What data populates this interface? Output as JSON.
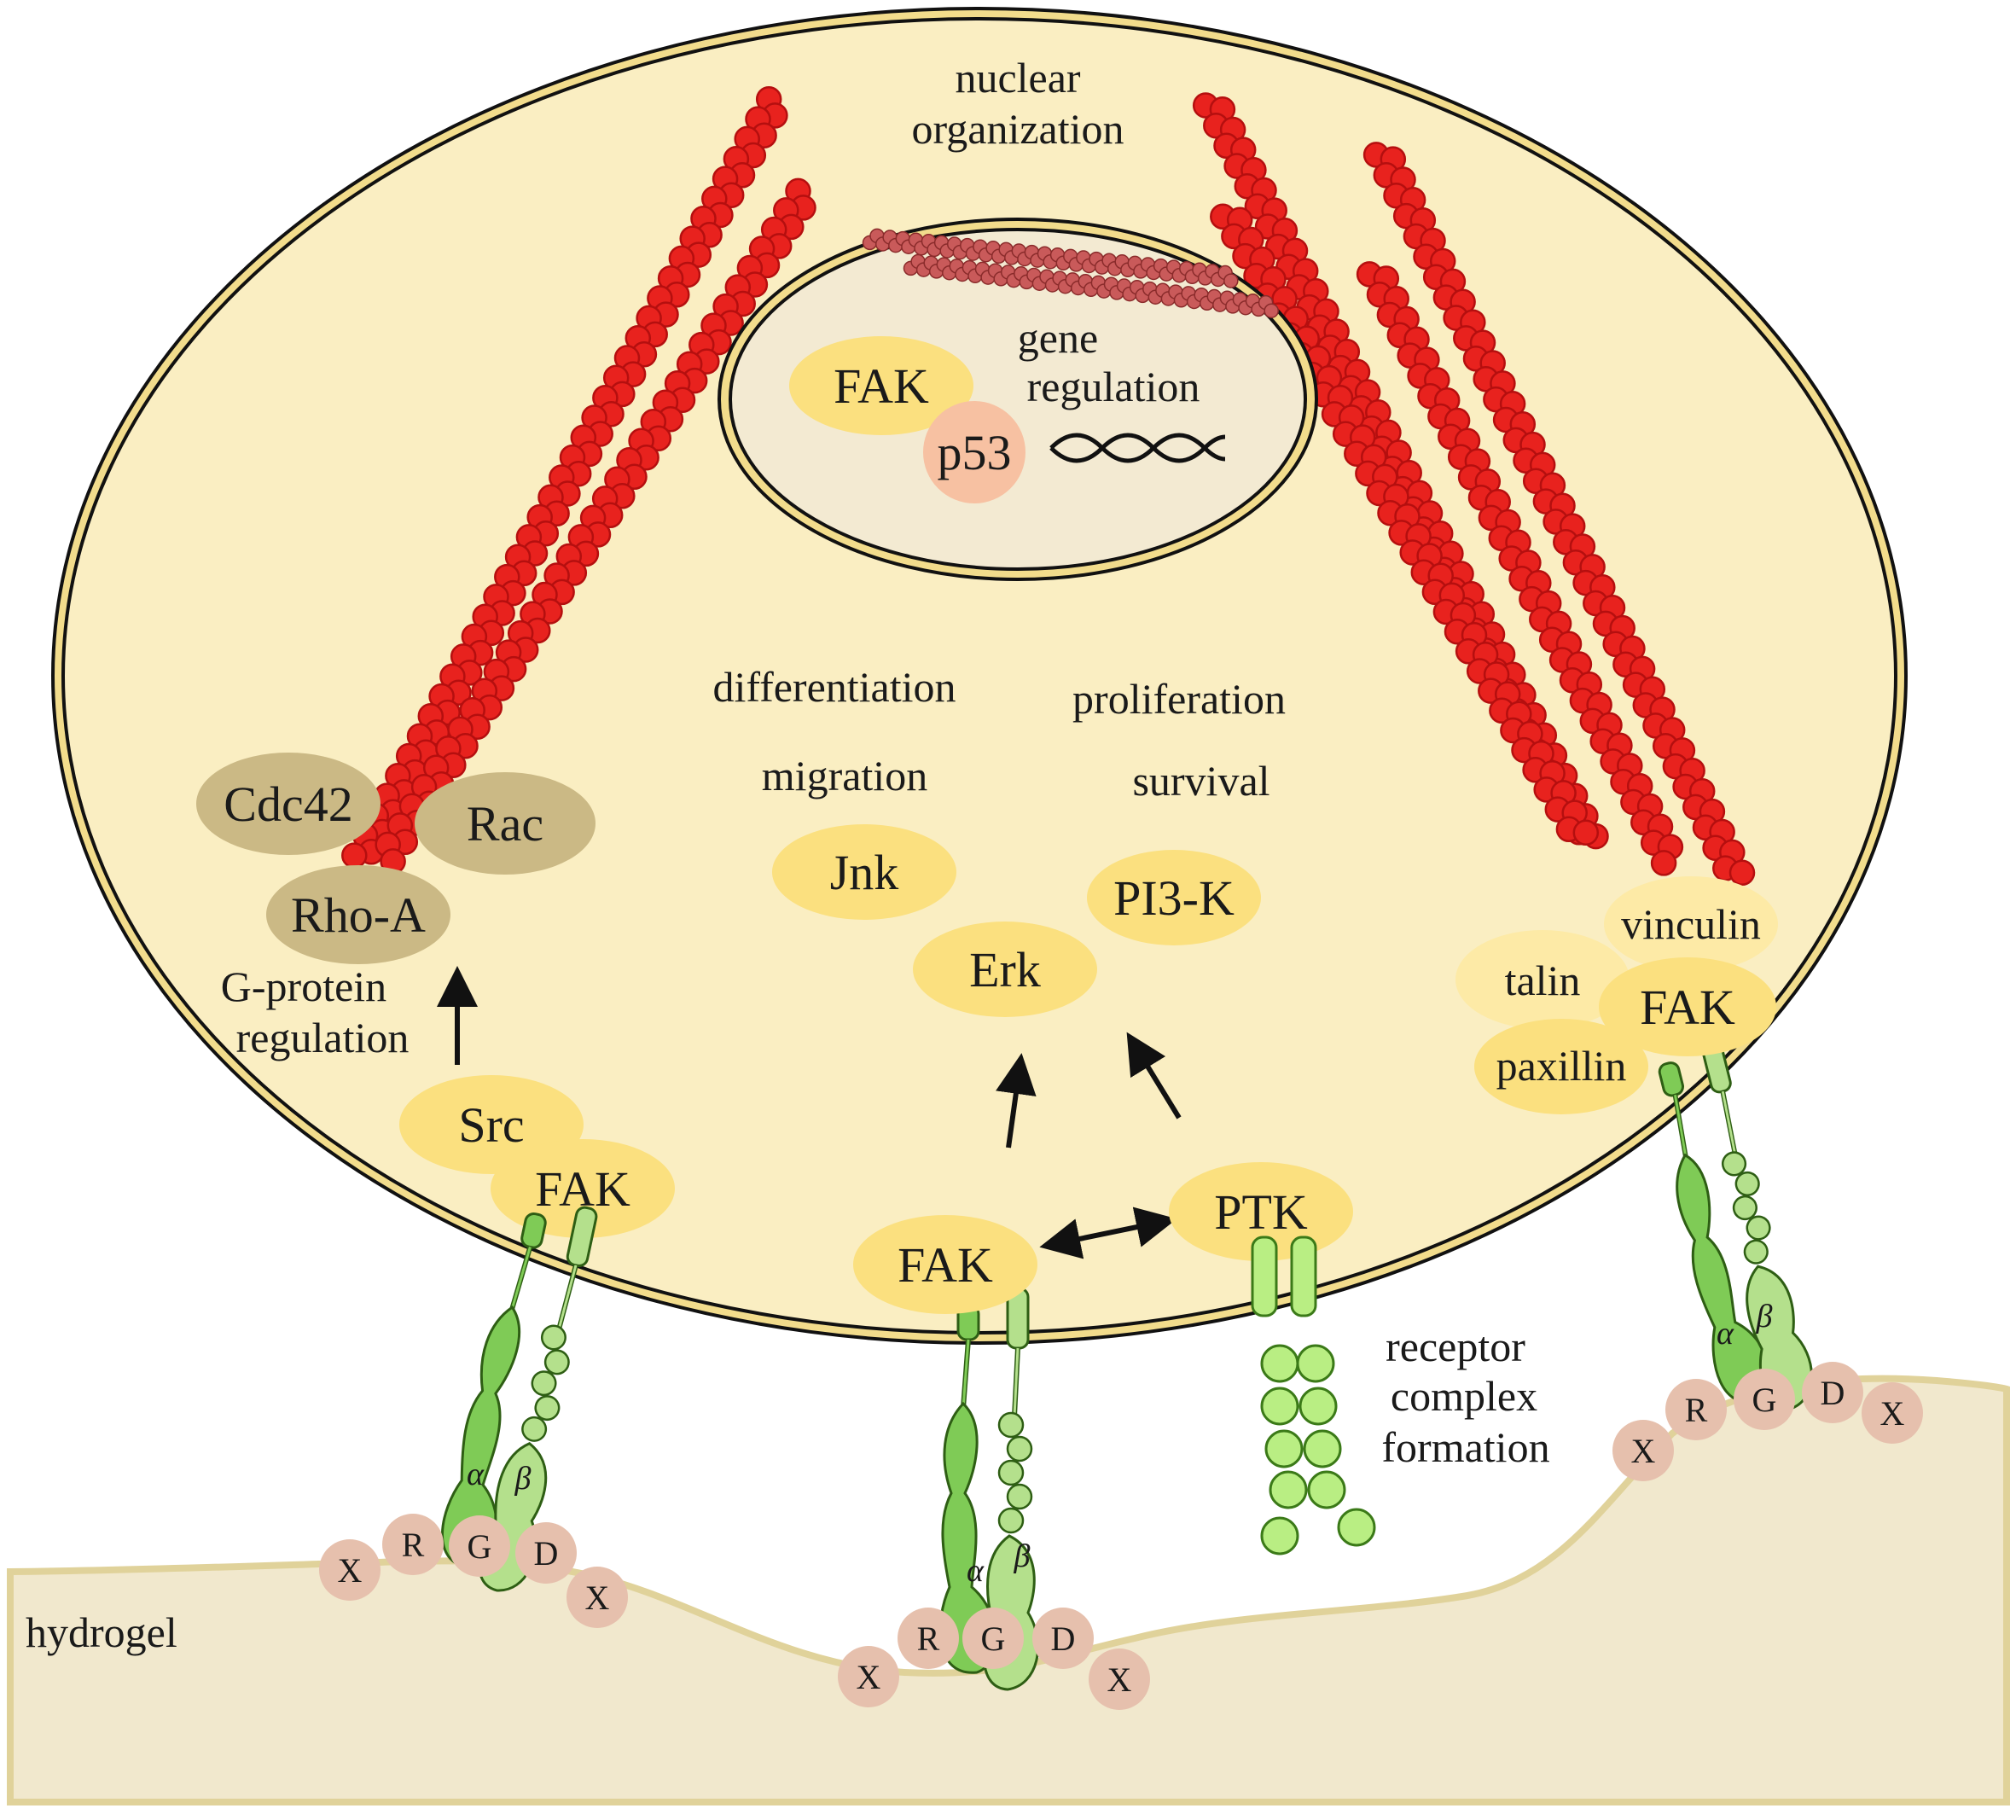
{
  "title": "",
  "colors": {
    "cytoplasm": "#faeec2",
    "membrane": "#f2dc8c",
    "nucleus_fill": "#f3ead2",
    "hydrogel": "#f1e8cd",
    "hydrogel_edge": "#e0d29a",
    "protein_yellow": "#fbe07f",
    "gprotein": "#cbb985",
    "p53": "#f7c1a2",
    "actin_red": "#e8221e",
    "actin_dark": "#b50f0f",
    "rgd_bead": "#e6c0ad",
    "integrin_alpha": "#7fcb56",
    "integrin_beta": "#b4e08c",
    "ptk_receptor": "#b9ee83"
  },
  "nucleus": {
    "label_gene": "gene",
    "label_regulation": "regulation",
    "fak": "FAK",
    "p53": "p53"
  },
  "cell": {
    "nuclear_org_line1": "nuclear",
    "nuclear_org_line2": "organization",
    "differentiation": "differentiation",
    "proliferation": "proliferation",
    "migration": "migration",
    "survival": "survival",
    "jnk": "Jnk",
    "erk": "Erk",
    "pi3k": "PI3-K"
  },
  "left_adhesion": {
    "cdc42": "Cdc42",
    "rac": "Rac",
    "rhoa": "Rho-A",
    "gprotein_line1": "G-protein",
    "gprotein_line2": "regulation",
    "src": "Src",
    "fak": "FAK",
    "alpha": "α",
    "beta": "β",
    "motif": [
      "X",
      "R",
      "G",
      "D",
      "X"
    ]
  },
  "center_adhesion": {
    "fak": "FAK",
    "ptk": "PTK",
    "alpha": "α",
    "beta": "β",
    "motif": [
      "X",
      "R",
      "G",
      "D",
      "X"
    ],
    "receptor_line1": "receptor",
    "receptor_line2": "complex",
    "receptor_line3": "formation"
  },
  "right_adhesion": {
    "vinculin": "vinculin",
    "talin": "talin",
    "fak": "FAK",
    "paxillin": "paxillin",
    "alpha": "α",
    "beta": "β",
    "motif": [
      "X",
      "R",
      "G",
      "D",
      "X"
    ]
  },
  "substrate": {
    "label": "hydrogel"
  }
}
